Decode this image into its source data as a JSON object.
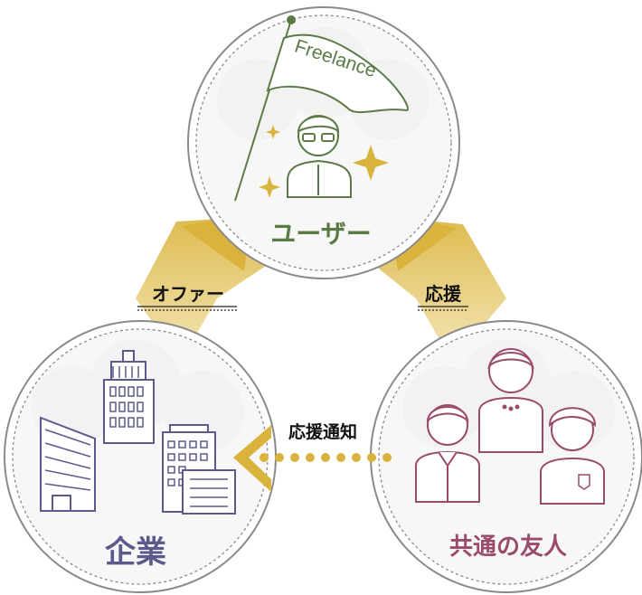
{
  "user": {
    "flag_text": "Freelance",
    "label": "ユーザー"
  },
  "company": {
    "label": "企業"
  },
  "friends": {
    "label": "共通の友人"
  },
  "arrows": {
    "offer": "オファー",
    "support": "応援",
    "support_notice": "応援通知"
  },
  "colors": {
    "user": "#5b7a45",
    "company": "#5b5a8c",
    "friends": "#9a4a6a",
    "accent": "#d9b33c",
    "ring": "#8a8a8a"
  }
}
